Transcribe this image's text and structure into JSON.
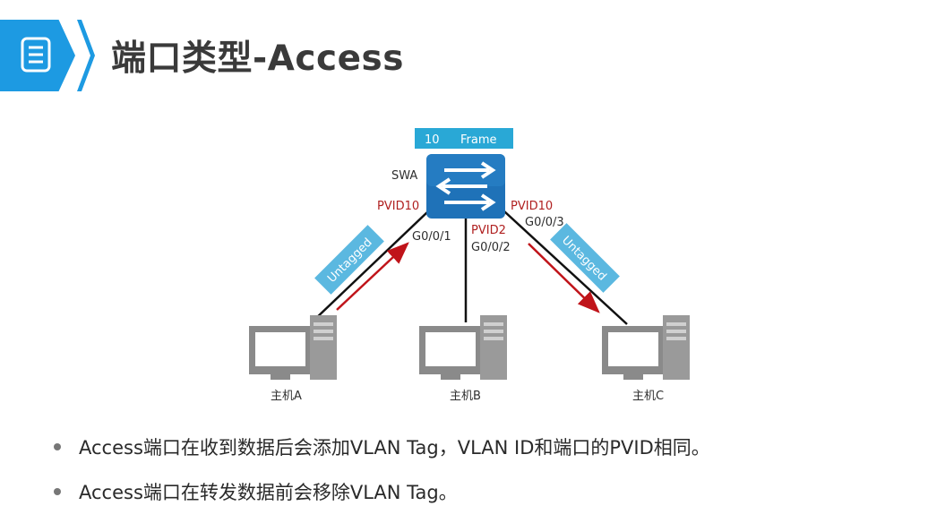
{
  "header": {
    "title": "端口类型-Access",
    "icon": "document-list-icon",
    "accent_color": "#1d9ae2"
  },
  "diagram": {
    "frame_tag": {
      "vlan": "10",
      "label": "Frame"
    },
    "switch": {
      "name": "SWA",
      "icon": "switch-icon"
    },
    "ports": [
      {
        "pvid": "PVID10",
        "interface": "G0/0/1"
      },
      {
        "pvid": "PVID2",
        "interface": "G0/0/2"
      },
      {
        "pvid": "PVID10",
        "interface": "G0/0/3"
      }
    ],
    "untagged_labels": [
      "Untagged",
      "Untagged"
    ],
    "hosts": [
      {
        "name": "主机A",
        "icon": "computer-icon"
      },
      {
        "name": "主机B",
        "icon": "computer-icon"
      },
      {
        "name": "主机C",
        "icon": "computer-icon"
      }
    ],
    "colors": {
      "tag": "#29a8d6",
      "pvid": "#b02020",
      "arrow": "#c0141a",
      "switch": "#1f72b8"
    }
  },
  "bullets": [
    "Access端口在收到数据后会添加VLAN Tag，VLAN ID和端口的PVID相同。",
    "Access端口在转发数据前会移除VLAN Tag。"
  ]
}
